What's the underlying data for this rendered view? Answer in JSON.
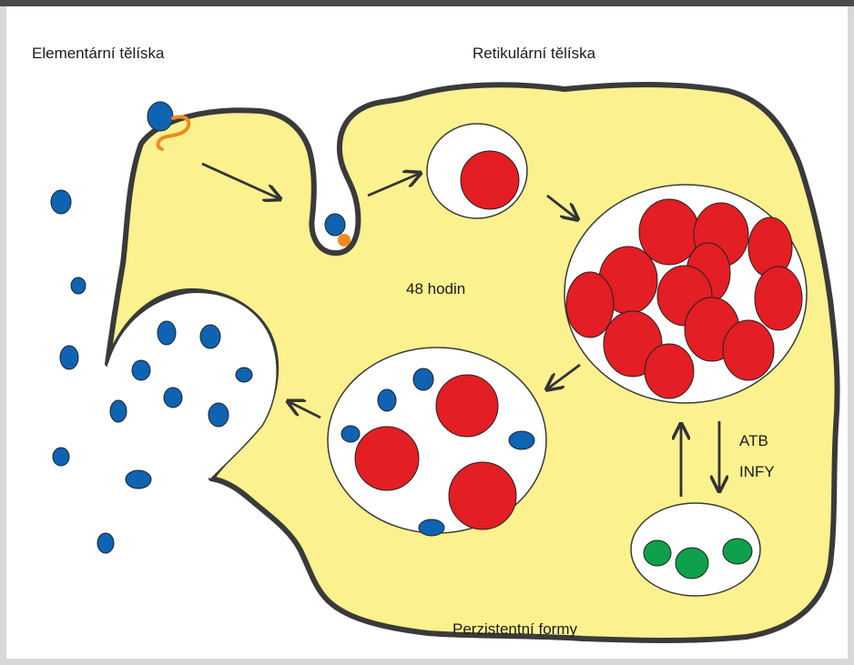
{
  "labels": {
    "elementary_bodies": "Elementární tělíska",
    "reticulate_bodies": "Retikulární tělíska",
    "duration": "48 hodin",
    "atb": "ATB",
    "infy": "INFY",
    "persistent_forms": "Perzistentní formy"
  },
  "colors": {
    "cell_fill": "#fcf18f",
    "cell_outline": "#3a3a3a",
    "elementary_body": "#0f63b3",
    "reticulate_body": "#e31e24",
    "persistent_body": "#0ea04a",
    "attachment": "#f08a1e"
  }
}
